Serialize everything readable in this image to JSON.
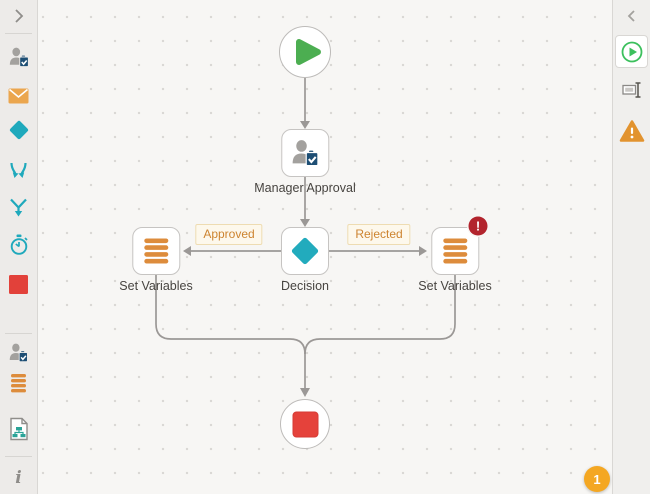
{
  "left_toolbar": {
    "expand_icon": "chevron-right",
    "groups": [
      {
        "icons": [
          "user-task",
          "email",
          "decision",
          "split-paths",
          "merge-paths",
          "timer",
          "end-step"
        ]
      },
      {
        "icons": [
          "user-task",
          "set-variables",
          "sub-workflow"
        ]
      },
      {
        "icons": [
          "info"
        ]
      }
    ]
  },
  "right_toolbar": {
    "collapse_icon": "chevron-left",
    "icons": [
      "start-green-play",
      "rename",
      "warning"
    ]
  },
  "canvas": {
    "nodes": {
      "start": {
        "icon": "play"
      },
      "manager_approval": {
        "label": "Manager Approval",
        "icon": "user-task"
      },
      "decision": {
        "label": "Decision",
        "icon": "decision-diamond"
      },
      "set_variables_left": {
        "label": "Set Variables",
        "icon": "set-variables"
      },
      "set_variables_right": {
        "label": "Set Variables",
        "icon": "set-variables",
        "error_badge": "!"
      },
      "end": {
        "icon": "stop"
      }
    },
    "connectors": {
      "approved_label": "Approved",
      "rejected_label": "Rejected"
    },
    "notification_badge": "1"
  },
  "colors": {
    "teal": "#22abbd",
    "orange": "#dd8c3c",
    "green": "#4cae51",
    "red": "#e5423b",
    "error_red": "#b2242d",
    "warning_orange": "#e2932f",
    "badge_amber": "#f4a722",
    "line_gray": "#9b9896",
    "label_orange": "#cd8430"
  }
}
